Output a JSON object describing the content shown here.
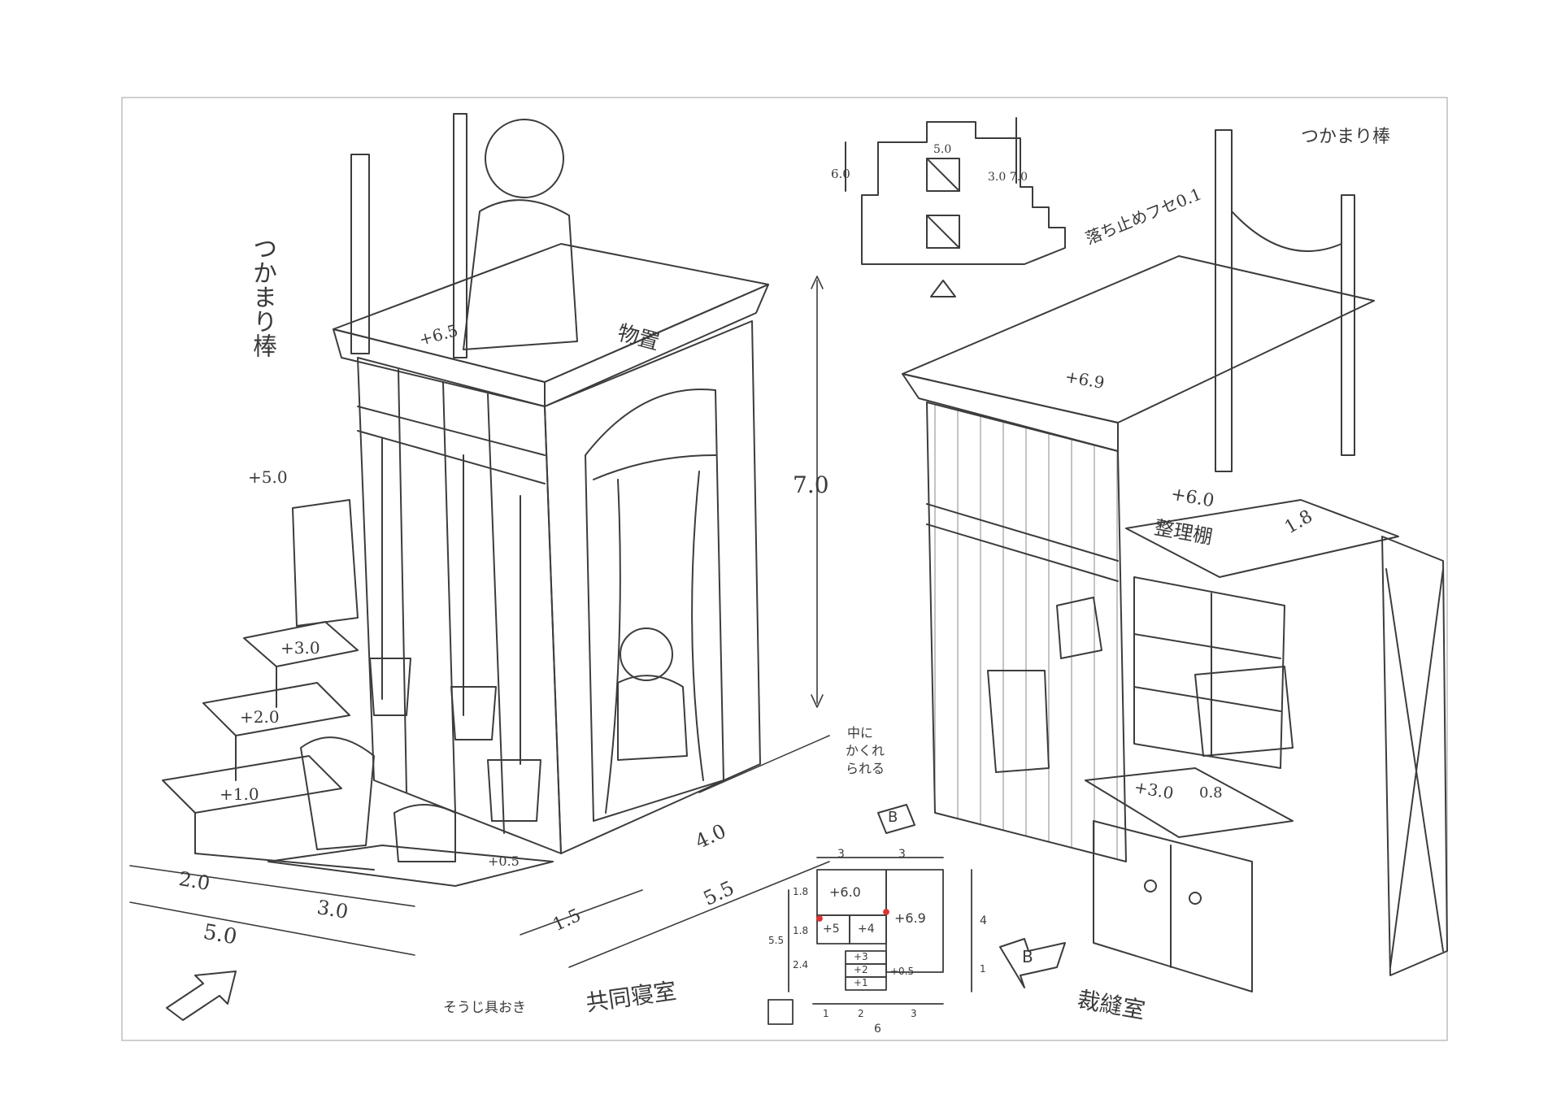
{
  "labels": {
    "left_handrail_note": "つかまり棒",
    "right_handrail_note": "つかまり棒",
    "fall_guard_note": "落ち止めフセ0.1",
    "hide_note_1": "中に",
    "hide_note_2": "かくれ",
    "hide_note_3": "られる",
    "cleaning_tools_note": "そうじ具おき",
    "room_left": "共同寝室",
    "room_right": "裁縫室",
    "storage_label": "物置",
    "shelf_label": "整理棚",
    "view_marker_b": "B",
    "view_marker_b2": "B"
  },
  "left_unit": {
    "top": "+6.5",
    "side_box": "+5.0",
    "step3": "+3.0",
    "step2": "+2.0",
    "step1": "+1.0",
    "floor": "+0.5",
    "height": "7.0",
    "depth_a": "1.5",
    "depth_b": "4.0",
    "depth_c": "5.5",
    "width_a": "2.0",
    "width_b": "3.0",
    "width_total": "5.0"
  },
  "right_unit": {
    "top": "+6.9",
    "shelf_top": "+6.0",
    "shelf_depth": "1.8",
    "lower": "+3.0",
    "lower2": "0.8"
  },
  "section": {
    "h_left": "6.0",
    "v_inner": "5.0",
    "h_right": "3.0 7.0"
  },
  "plan": {
    "top_a": "3",
    "top_b": "3",
    "c1": "+6.0",
    "c2": "+5",
    "c3": "+4",
    "c4": "+6.9",
    "c5": "+3",
    "c6": "+2",
    "c7": "+1",
    "c8": "+0.5",
    "side_18a": "1.8",
    "side_18b": "1.8",
    "side_24": "2.4",
    "side_55": "5.5",
    "right_4": "4",
    "right_1": "1",
    "bottom_1": "1",
    "bottom_2": "2",
    "bottom_3": "3",
    "bottom_6": "6"
  }
}
